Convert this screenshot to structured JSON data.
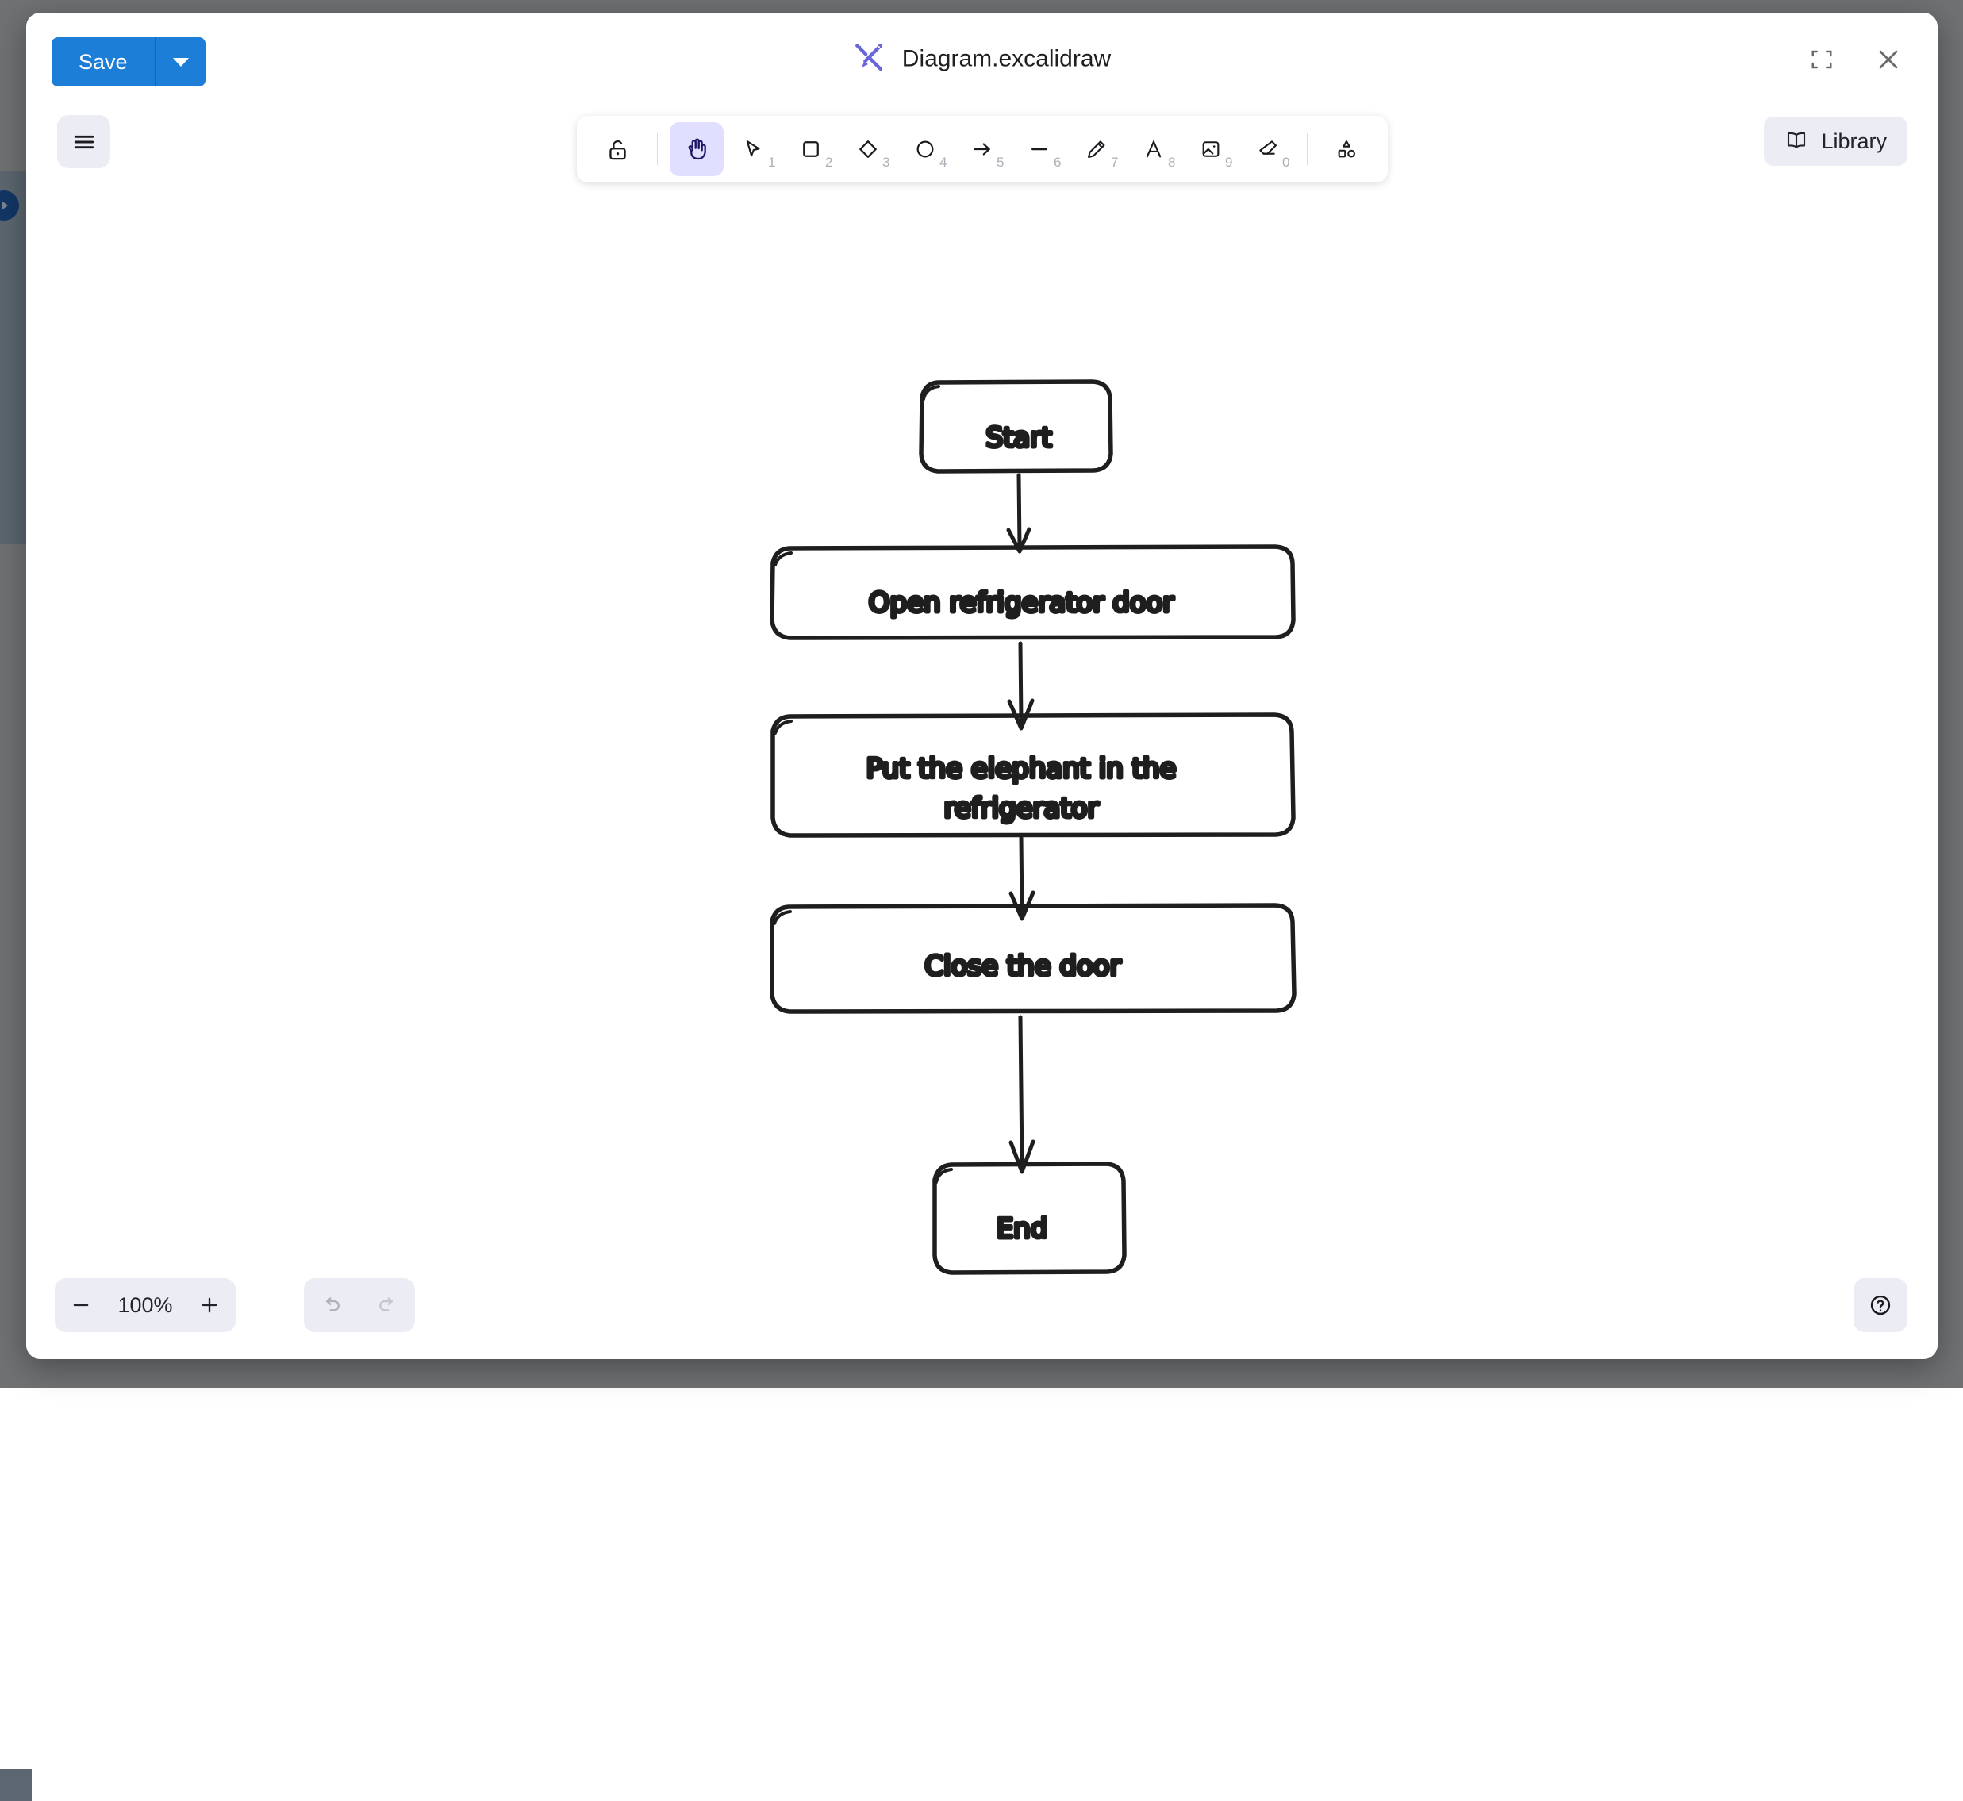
{
  "window": {
    "title": "Diagram.excalidraw",
    "logo_icon": "excalidraw-logo-icon",
    "fullscreen_icon": "fullscreen-icon",
    "close_icon": "close-icon"
  },
  "toolbar_top": {
    "save_label": "Save",
    "save_dropdown_icon": "chevron-down-icon"
  },
  "canvas_toolbar": {
    "menu_icon": "hamburger-menu-icon",
    "library_label": "Library",
    "library_icon": "book-icon",
    "tools": [
      {
        "name": "lock-icon",
        "shortcut": "",
        "active": false
      },
      {
        "name": "hand-icon",
        "shortcut": "",
        "active": true
      },
      {
        "name": "selection-icon",
        "shortcut": "1",
        "active": false
      },
      {
        "name": "rectangle-icon",
        "shortcut": "2",
        "active": false
      },
      {
        "name": "diamond-icon",
        "shortcut": "3",
        "active": false
      },
      {
        "name": "ellipse-icon",
        "shortcut": "4",
        "active": false
      },
      {
        "name": "arrow-icon",
        "shortcut": "5",
        "active": false
      },
      {
        "name": "line-icon",
        "shortcut": "6",
        "active": false
      },
      {
        "name": "pencil-icon",
        "shortcut": "7",
        "active": false
      },
      {
        "name": "text-icon",
        "shortcut": "8",
        "active": false
      },
      {
        "name": "image-icon",
        "shortcut": "9",
        "active": false
      },
      {
        "name": "eraser-icon",
        "shortcut": "0",
        "active": false
      },
      {
        "name": "shapes-icon",
        "shortcut": "",
        "active": false
      }
    ]
  },
  "footer": {
    "zoom_out_icon": "minus-icon",
    "zoom_level": "100%",
    "zoom_in_icon": "plus-icon",
    "undo_icon": "undo-icon",
    "redo_icon": "redo-icon",
    "help_icon": "help-circle-icon"
  },
  "diagram": {
    "type": "flowchart",
    "style": "hand-drawn",
    "stroke_color": "#1e1e1e",
    "fill_color": "#ffffff",
    "nodes": [
      {
        "id": "start",
        "label": "Start",
        "shape": "rounded-rectangle"
      },
      {
        "id": "open",
        "label": "Open refrigerator door",
        "shape": "rounded-rectangle"
      },
      {
        "id": "put",
        "label": "Put the elephant in the refrigerator",
        "label_line1": "Put the elephant in the",
        "label_line2": "refrigerator",
        "shape": "rounded-rectangle"
      },
      {
        "id": "close",
        "label": "Close the door",
        "shape": "rounded-rectangle"
      },
      {
        "id": "end",
        "label": "End",
        "shape": "rounded-rectangle"
      }
    ],
    "edges": [
      {
        "from": "start",
        "to": "open",
        "type": "arrow"
      },
      {
        "from": "open",
        "to": "put",
        "type": "arrow"
      },
      {
        "from": "put",
        "to": "close",
        "type": "arrow"
      },
      {
        "from": "close",
        "to": "end",
        "type": "arrow"
      }
    ]
  }
}
